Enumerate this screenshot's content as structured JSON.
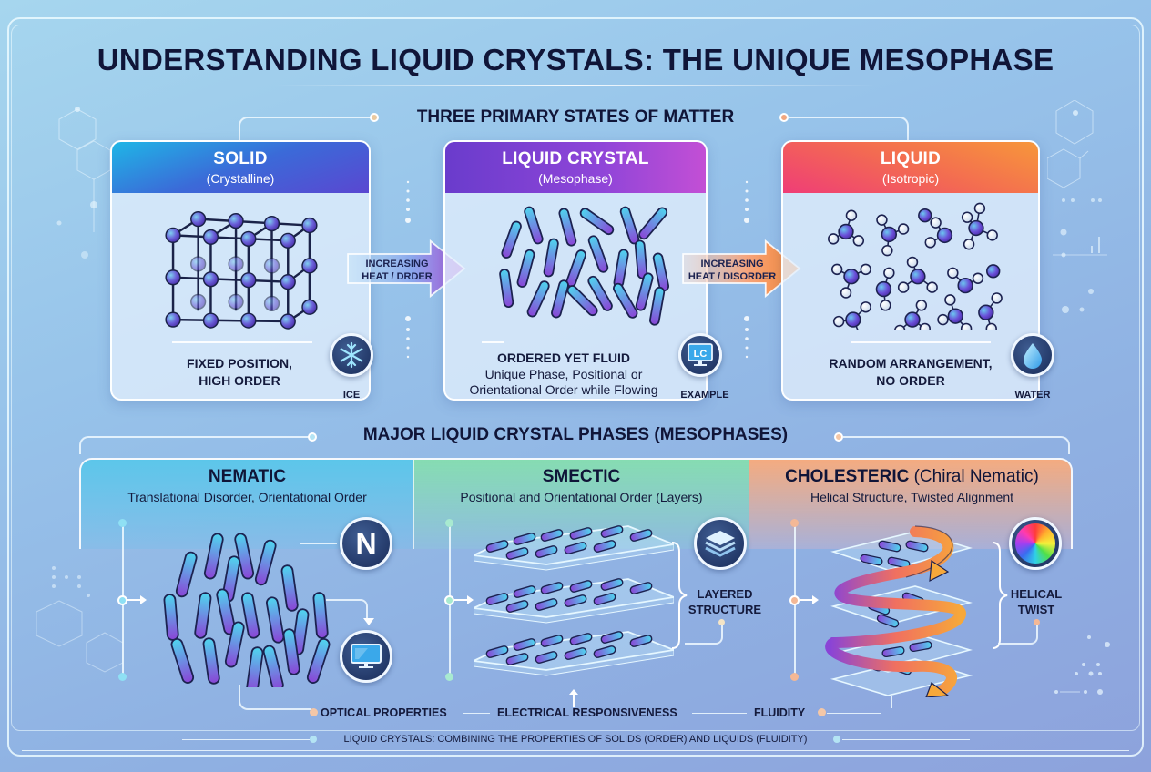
{
  "title": "UNDERSTANDING LIQUID CRYSTALS: THE UNIQUE MESOPHASE",
  "section_states": {
    "title": "THREE PRIMARY STATES OF MATTER",
    "cards": [
      {
        "name": "SOLID",
        "subtitle": "(Crystalline)",
        "caption_line1": "FIXED POSITION,",
        "caption_line2": "HIGH ORDER",
        "badge_icon": "snowflake-icon",
        "badge_label": "ICE",
        "header_colors": [
          "#1fb6e6",
          "#3b6ad8",
          "#5a47d1"
        ]
      },
      {
        "name": "LIQUID CRYSTAL",
        "subtitle": "(Mesophase)",
        "caption_line1": "ORDERED YET FLUID",
        "caption_sub1": "Unique Phase, Positional or",
        "caption_sub2": "Orientational Order while Flowing",
        "badge_icon": "lc-monitor-icon",
        "badge_text": "LC",
        "badge_label": "EXAMPLE",
        "header_colors": [
          "#6a3ccc",
          "#8f45d8",
          "#c34fd5"
        ]
      },
      {
        "name": "LIQUID",
        "subtitle": "(Isotropic)",
        "caption_line1": "RANDOM ARRANGEMENT,",
        "caption_line2": "NO ORDER",
        "badge_icon": "water-drop-icon",
        "badge_label": "WATER",
        "header_colors": [
          "#ef3d77",
          "#f36a52",
          "#f7973a"
        ]
      }
    ],
    "arrows": [
      {
        "line1": "INCREASING",
        "line2": "HEAT / DRDER",
        "color": "#9a5ee0"
      },
      {
        "line1": "INCREASING",
        "line2": "HEAT / DISORDER",
        "color": "#f7873a"
      }
    ]
  },
  "section_phases": {
    "title": "MAJOR LIQUID CRYSTAL PHASES (MESOPHASES)",
    "phases": [
      {
        "name": "NEMATIC",
        "description": "Translational Disorder, Orientational Order",
        "badge_icon": "letter-n-icon",
        "badge_text": "N",
        "secondary_icon": "monitor-icon",
        "color": "#5cc6ea"
      },
      {
        "name": "SMECTIC",
        "description": "Positional and Orientational Order (Layers)",
        "badge_icon": "layers-icon",
        "side_label_line1": "LAYERED",
        "side_label_line2": "STRUCTURE",
        "color": "#86dcb2"
      },
      {
        "name": "CHOLESTERIC",
        "name_suffix": "(Chiral Nematic)",
        "description": "Helical Structure, Twisted Alignment",
        "badge_icon": "color-wheel-icon",
        "side_label_line1": "HELICAL",
        "side_label_line2": "TWIST",
        "color": "#f4ab80"
      }
    ],
    "properties": [
      "OPTICAL PROPERTIES",
      "ELECTRICAL RESPONSIVENESS",
      "FLUIDITY"
    ]
  },
  "footer": "LIQUID CRYSTALS: COMBINING THE PROPERTIES OF SOLIDS (ORDER) AND LIQUIDS (FLUIDITY)"
}
